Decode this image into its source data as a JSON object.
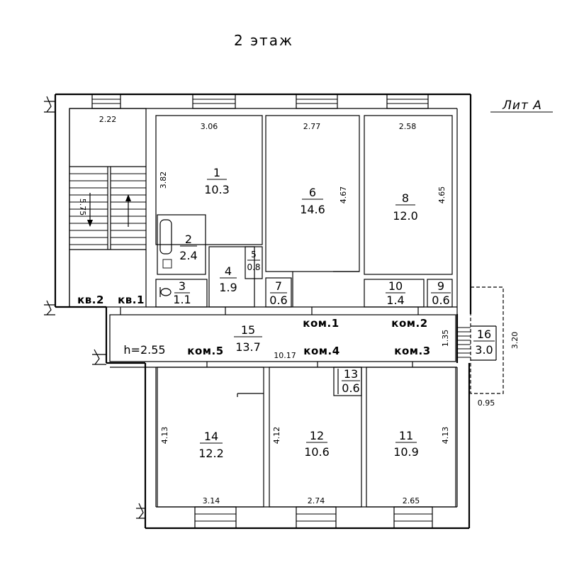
{
  "title": "2 этаж",
  "lit_label": "Лит А",
  "height_label": "h=2.55",
  "flats": {
    "kv1": "кв.1",
    "kv2": "кв.2"
  },
  "rooms": [
    {
      "id": "1",
      "num": "1",
      "area": "10.3"
    },
    {
      "id": "2",
      "num": "2",
      "area": "2.4"
    },
    {
      "id": "3",
      "num": "3",
      "area": "1.1"
    },
    {
      "id": "4",
      "num": "4",
      "area": "1.9"
    },
    {
      "id": "5",
      "num": "5",
      "area": "0.8"
    },
    {
      "id": "6",
      "num": "6",
      "area": "14.6"
    },
    {
      "id": "7",
      "num": "7",
      "area": "0.6"
    },
    {
      "id": "8",
      "num": "8",
      "area": "12.0"
    },
    {
      "id": "9",
      "num": "9",
      "area": "0.6"
    },
    {
      "id": "10",
      "num": "10",
      "area": "1.4"
    },
    {
      "id": "11",
      "num": "11",
      "area": "10.9"
    },
    {
      "id": "12",
      "num": "12",
      "area": "10.6"
    },
    {
      "id": "13",
      "num": "13",
      "area": "0.6"
    },
    {
      "id": "14",
      "num": "14",
      "area": "12.2"
    },
    {
      "id": "15",
      "num": "15",
      "area": "13.7"
    },
    {
      "id": "16",
      "num": "16",
      "area": "3.0"
    }
  ],
  "kom_labels": [
    "ком.1",
    "ком.2",
    "ком.3",
    "ком.4",
    "ком.5"
  ],
  "dimensions": {
    "stair_w": "2.22",
    "stair_h": "5.75",
    "r1_w": "3.06",
    "r1_h": "3.82",
    "r6_w": "2.77",
    "r6_h": "4.67",
    "r8_w": "2.58",
    "r8_h": "4.65",
    "corr_len": "10.17",
    "corr_w": "1.35",
    "balc_h": "3.20",
    "balc_w": "0.95",
    "r14_h": "4.13",
    "r14_w": "3.14",
    "r12_h": "4.12",
    "r12_w": "2.74",
    "r11_h": "4.13",
    "r11_w": "2.65"
  }
}
